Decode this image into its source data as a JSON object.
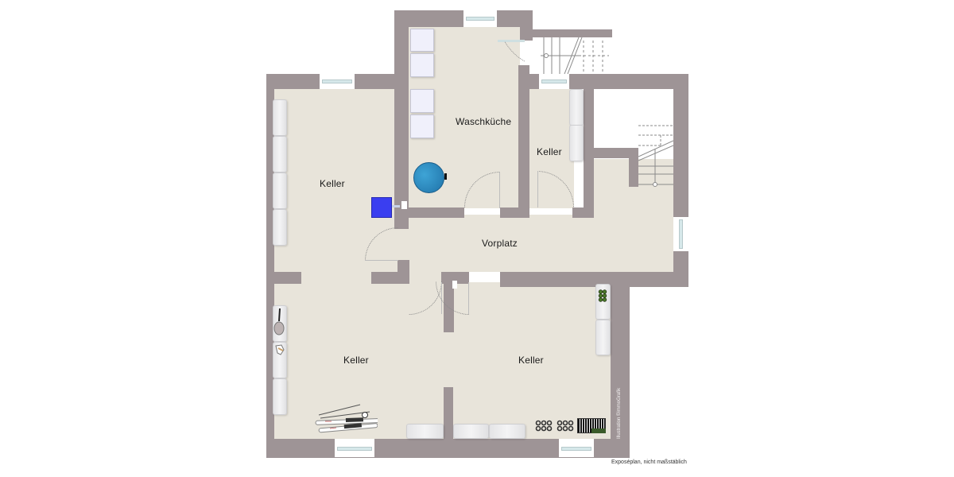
{
  "plan": {
    "rooms": [
      {
        "id": "waschkueche",
        "label": "Waschküche"
      },
      {
        "id": "keller_nw",
        "label": "Keller"
      },
      {
        "id": "keller_ne",
        "label": "Keller"
      },
      {
        "id": "vorplatz",
        "label": "Vorplatz"
      },
      {
        "id": "keller_sw",
        "label": "Keller"
      },
      {
        "id": "keller_se",
        "label": "Keller"
      }
    ],
    "caption": "Exposéplan, nicht maßstäblich",
    "credit": "Illustration ©immoGrafik"
  },
  "colors": {
    "wall": "#9e9496",
    "floor": "#e8e4da",
    "boiler": "#2f8cc0",
    "blue_unit": "#3a3ef0",
    "window_glass": "#d6e8ea"
  },
  "icons": {
    "boiler": "round-tank-icon",
    "heater": "blue-unit-icon",
    "tennis_racket": "tennis-racket-icon",
    "skis": "skis-icon",
    "bottles": "bottle-rack-icon"
  }
}
